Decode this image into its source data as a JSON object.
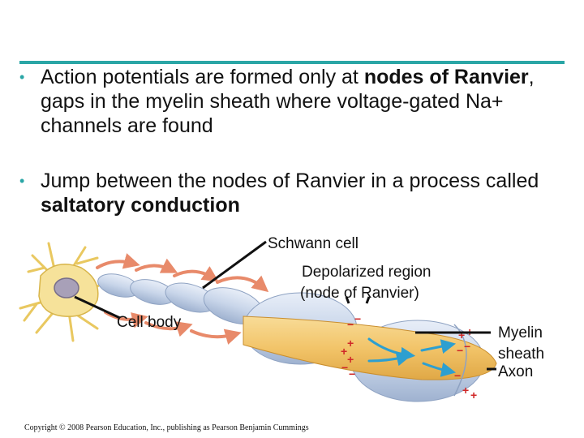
{
  "bullets": [
    {
      "parts": [
        {
          "text": "Action potentials are formed only at ",
          "bold": false
        },
        {
          "text": "nodes of Ranvier",
          "bold": true
        },
        {
          "text": ", gaps in the myelin sheath where voltage-gated Na+ channels are found",
          "bold": false
        }
      ]
    },
    {
      "parts": [
        {
          "text": "Jump between the nodes of Ranvier in a process called ",
          "bold": false
        },
        {
          "text": "saltatory conduction",
          "bold": true
        }
      ]
    }
  ],
  "bullet_symbol": "•",
  "labels": {
    "schwann_cell": "Schwann cell",
    "depolarized_line1": "Depolarized region",
    "depolarized_line2": "(node of Ranvier)",
    "cell_body": "Cell body",
    "myelin_line1": "Myelin",
    "myelin_line2": "sheath",
    "axon": "Axon"
  },
  "copyright": "Copyright © 2008 Pearson Education, Inc., publishing as Pearson Benjamin Cummings",
  "colors": {
    "accent_rule": "#2aa6a6",
    "axon": "#f2c469",
    "myelin": "#c9d6ea",
    "cell_body": "#f6e29a",
    "arrow_red": "#e88a6a",
    "arrow_blue": "#2d9fd0",
    "charge": "#d02828"
  }
}
